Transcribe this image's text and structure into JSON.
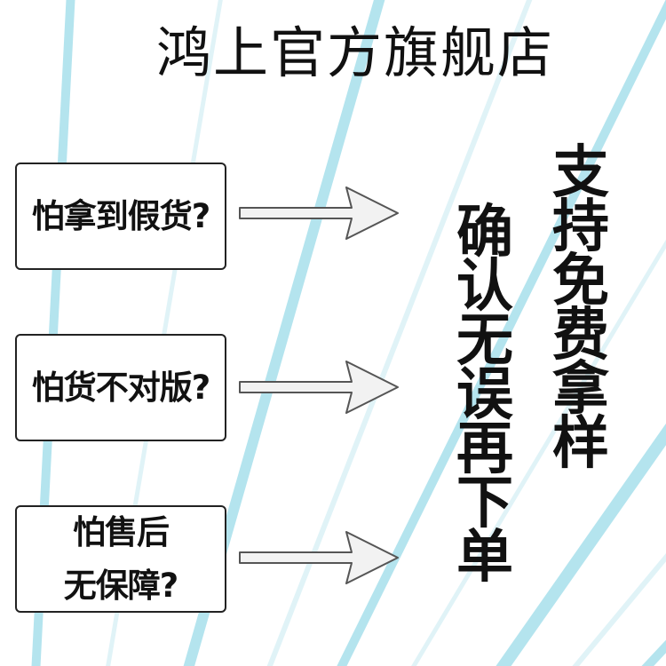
{
  "store_title": "鸿上官方旗舰店",
  "questions": [
    {
      "lines": [
        "怕拿到假货?"
      ]
    },
    {
      "lines": [
        "怕货不对版?"
      ]
    },
    {
      "lines": [
        "怕售后",
        "无保障?"
      ]
    }
  ],
  "slogans": {
    "right_column": "支持免费拿样",
    "left_column": "确认无误再下单"
  },
  "colors": {
    "stripe": "#a8e0ec",
    "stripe_light": "#d4eef5",
    "text": "#111111",
    "arrow_fill": "#f2f2f2",
    "arrow_stroke": "#555555"
  },
  "icons": {
    "arrow": "right-arrow-icon"
  }
}
